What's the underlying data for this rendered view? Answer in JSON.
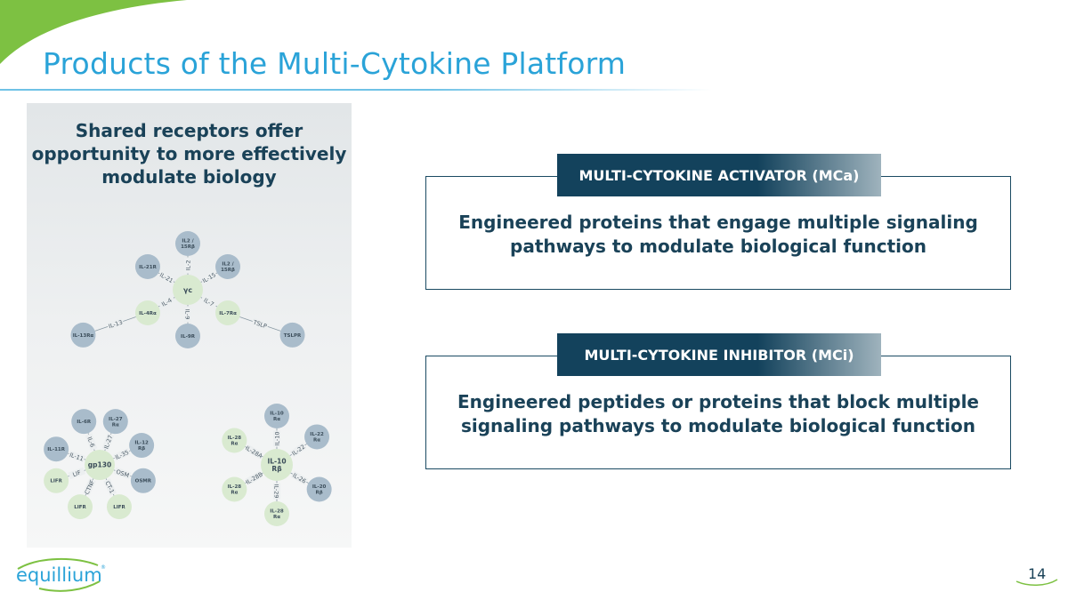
{
  "slide": {
    "title": "Products of the Multi-Cytokine Platform",
    "page_number": "14",
    "colors": {
      "title_blue": "#2aa3d8",
      "dark_navy": "#1a4258",
      "brand_green": "#7dc142",
      "blue_node": "#a9bccb",
      "green_node": "#d9ead0"
    }
  },
  "left_panel": {
    "heading": "Shared receptors offer opportunity to more effectively modulate biology",
    "diagrams": [
      {
        "center": "γc",
        "spokes": [
          {
            "receptor": "IL2 / 15Rβ",
            "cytokine": "IL-2",
            "color": "blue"
          },
          {
            "receptor": "IL2 / 15Rβ",
            "cytokine": "IL-15",
            "color": "blue"
          },
          {
            "receptor": "IL-7Rα",
            "cytokine": "IL-7",
            "color": "green"
          },
          {
            "receptor": "IL-9R",
            "cytokine": "IL-9",
            "color": "blue"
          },
          {
            "receptor": "IL-4Rα",
            "cytokine": "IL-4",
            "color": "green"
          },
          {
            "receptor": "IL-21R",
            "cytokine": "IL-21",
            "color": "blue"
          }
        ],
        "outer": [
          {
            "from": "IL-7Rα",
            "receptor": "TSLPR",
            "cytokine": "TSLP",
            "color": "blue"
          },
          {
            "from": "IL-4Rα",
            "receptor": "IL-13Rα",
            "cytokine": "IL-13",
            "color": "blue"
          }
        ]
      },
      {
        "center": "gp130",
        "spokes": [
          {
            "receptor": "IL-6R",
            "cytokine": "IL-6",
            "color": "blue"
          },
          {
            "receptor": "IL-27 Rα",
            "cytokine": "IL-27",
            "color": "blue"
          },
          {
            "receptor": "IL-12 Rβ",
            "cytokine": "IL-35",
            "color": "blue"
          },
          {
            "receptor": "OSMR",
            "cytokine": "OSM",
            "color": "blue"
          },
          {
            "receptor": "LIFR",
            "cytokine": "CT-1",
            "color": "green"
          },
          {
            "receptor": "LIFR",
            "cytokine": "CTNF",
            "color": "green"
          },
          {
            "receptor": "LIFR",
            "cytokine": "LIF",
            "color": "green"
          },
          {
            "receptor": "IL-11R",
            "cytokine": "IL-11",
            "color": "blue"
          }
        ]
      },
      {
        "center": "IL-10 Rβ",
        "spokes": [
          {
            "receptor": "IL-10 Rα",
            "cytokine": "IL-10",
            "color": "blue"
          },
          {
            "receptor": "IL-22 Rα",
            "cytokine": "IL-22",
            "color": "blue"
          },
          {
            "receptor": "IL-20 Rβ",
            "cytokine": "IL-26",
            "color": "blue"
          },
          {
            "receptor": "IL-28 Rα",
            "cytokine": "IL-29",
            "color": "green"
          },
          {
            "receptor": "IL-28 Rα",
            "cytokine": "IL-28B",
            "color": "green"
          },
          {
            "receptor": "IL-28 Rα",
            "cytokine": "IL-28A",
            "color": "green"
          }
        ]
      }
    ]
  },
  "boxes": [
    {
      "label": "MULTI-CYTOKINE ACTIVATOR (MCa)",
      "description": "Engineered proteins that engage multiple signaling pathways to modulate biological function"
    },
    {
      "label": "MULTI-CYTOKINE INHIBITOR (MCi)",
      "description": "Engineered peptides or proteins that block multiple signaling pathways to modulate biological function"
    }
  ],
  "logo": {
    "text": "equillium",
    "mark": "®"
  }
}
